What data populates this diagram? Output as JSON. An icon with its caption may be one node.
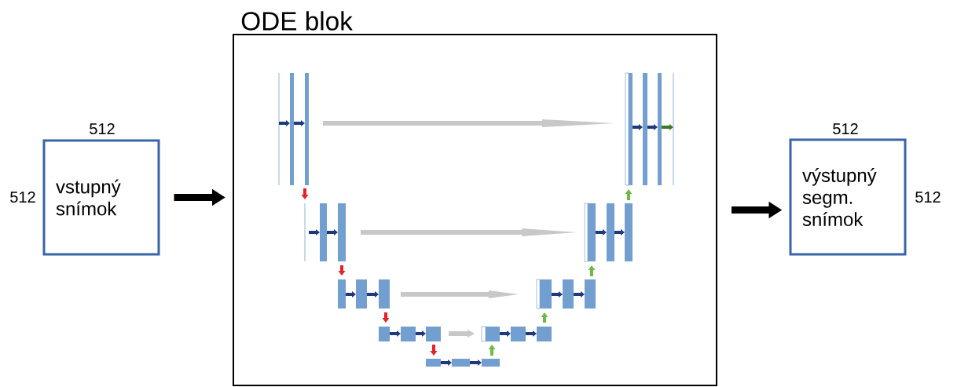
{
  "diagram": {
    "nodes": [
      {
        "text": [
          "vstupný snímok"
        ],
        "beside": [
          "512",
          "512"
        ]
      },
      {
        "text": [
          "ODE blok"
        ]
      },
      {
        "text": [
          "výstupný segm. snímok"
        ],
        "beside": [
          "512",
          "512"
        ]
      }
    ],
    "edges": [
      {
        "from": 0,
        "to": 1,
        "arrow": "to"
      },
      {
        "from": 1,
        "to": 2,
        "arrow": "to"
      }
    ]
  }
}
